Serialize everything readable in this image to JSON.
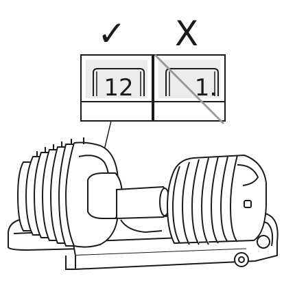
{
  "marks": {
    "correct_symbol": "✓",
    "incorrect_symbol": "X"
  },
  "panels": {
    "correct_value": "12",
    "incorrect_value": "1."
  },
  "colors": {
    "line": "#1a1a1a",
    "panel_fill": "#ececec",
    "strike": "#9a9a9a"
  }
}
